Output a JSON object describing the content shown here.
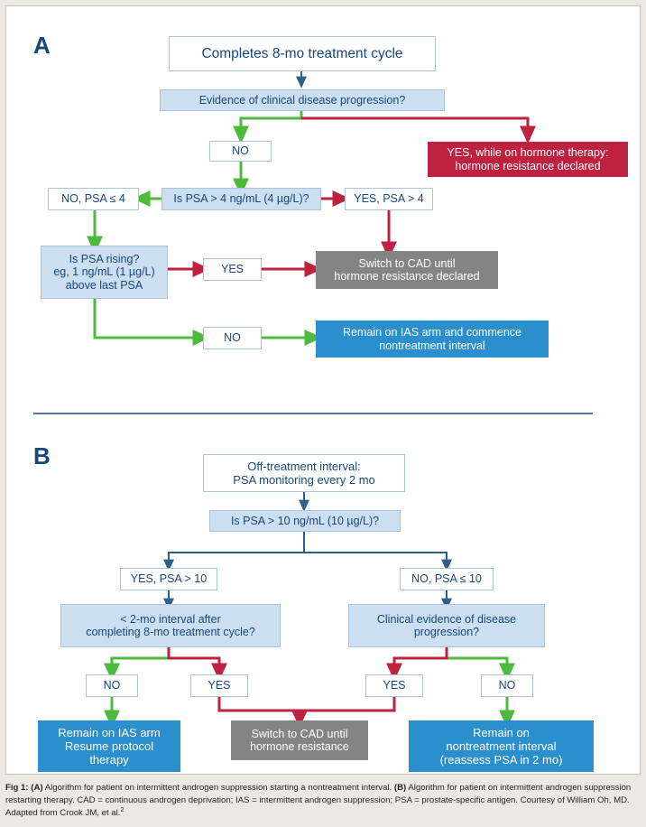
{
  "figure": {
    "panel_a_letter": "A",
    "panel_b_letter": "B",
    "colors": {
      "navy": "#17467F",
      "light_blue_fill": "#CBDFF0",
      "blue_fill": "#2B8FCD",
      "gray_fill": "#848484",
      "red_fill": "#BF2141",
      "green_arrow": "#4CBB3C",
      "red_arrow": "#BF2141",
      "navy_arrow": "#2E5F8A",
      "page_bg": "#ECE9E2",
      "card_bg": "#FFFFFF"
    }
  },
  "panel_a": {
    "nodes": {
      "start": "Completes 8-mo treatment cycle",
      "q_progression": "Evidence of clinical disease progression?",
      "no_progression": "NO",
      "yes_hormone": "YES, while on hormone therapy:\nhormone resistance declared",
      "no_psa4": "NO, PSA ≤ 4",
      "q_psa4": "Is PSA > 4 ng/mL (4 µg/L)?",
      "yes_psa4": "YES, PSA > 4",
      "q_rising": "Is PSA rising?\neg, 1 ng/mL (1 µg/L)\nabove last PSA",
      "rising_yes": "YES",
      "rising_no": "NO",
      "switch_cad": "Switch to CAD until\nhormone resistance declared",
      "remain_ias": "Remain on IAS arm and commence\nnontreatment interval"
    }
  },
  "panel_b": {
    "nodes": {
      "start": "Off-treatment interval:\nPSA monitoring every 2 mo",
      "q_psa10": "Is PSA > 10 ng/mL (10 µg/L)?",
      "yes_psa10": "YES, PSA > 10",
      "no_psa10": "NO, PSA ≤ 10",
      "q_interval": "< 2-mo interval after\ncompleting 8-mo treatment cycle?",
      "q_clinical": "Clinical evidence of disease\nprogression?",
      "interval_no": "NO",
      "interval_yes": "YES",
      "clinical_yes": "YES",
      "clinical_no": "NO",
      "remain_resume": "Remain on IAS arm\nResume protocol\ntherapy",
      "switch_cad": "Switch to CAD until\nhormone resistance",
      "remain_nontreatment": "Remain on\nnontreatment interval\n(reassess PSA in 2 mo)"
    }
  },
  "caption": {
    "fig_label": "Fig 1:",
    "a_tag": "(A)",
    "a_text": " Algorithm for patient on intermittent androgen suppression starting a nontreatment interval. ",
    "b_tag": "(B)",
    "b_text": " Algorithm for patient on intermittent androgen suppression restarting therapy. CAD = continuous androgen deprivation; IAS = intermittent androgen suppression; PSA = prostate-specific antigen. Courtesy of William Oh, MD. Adapted from Crook JM, et al.",
    "ref_marker": "2"
  }
}
